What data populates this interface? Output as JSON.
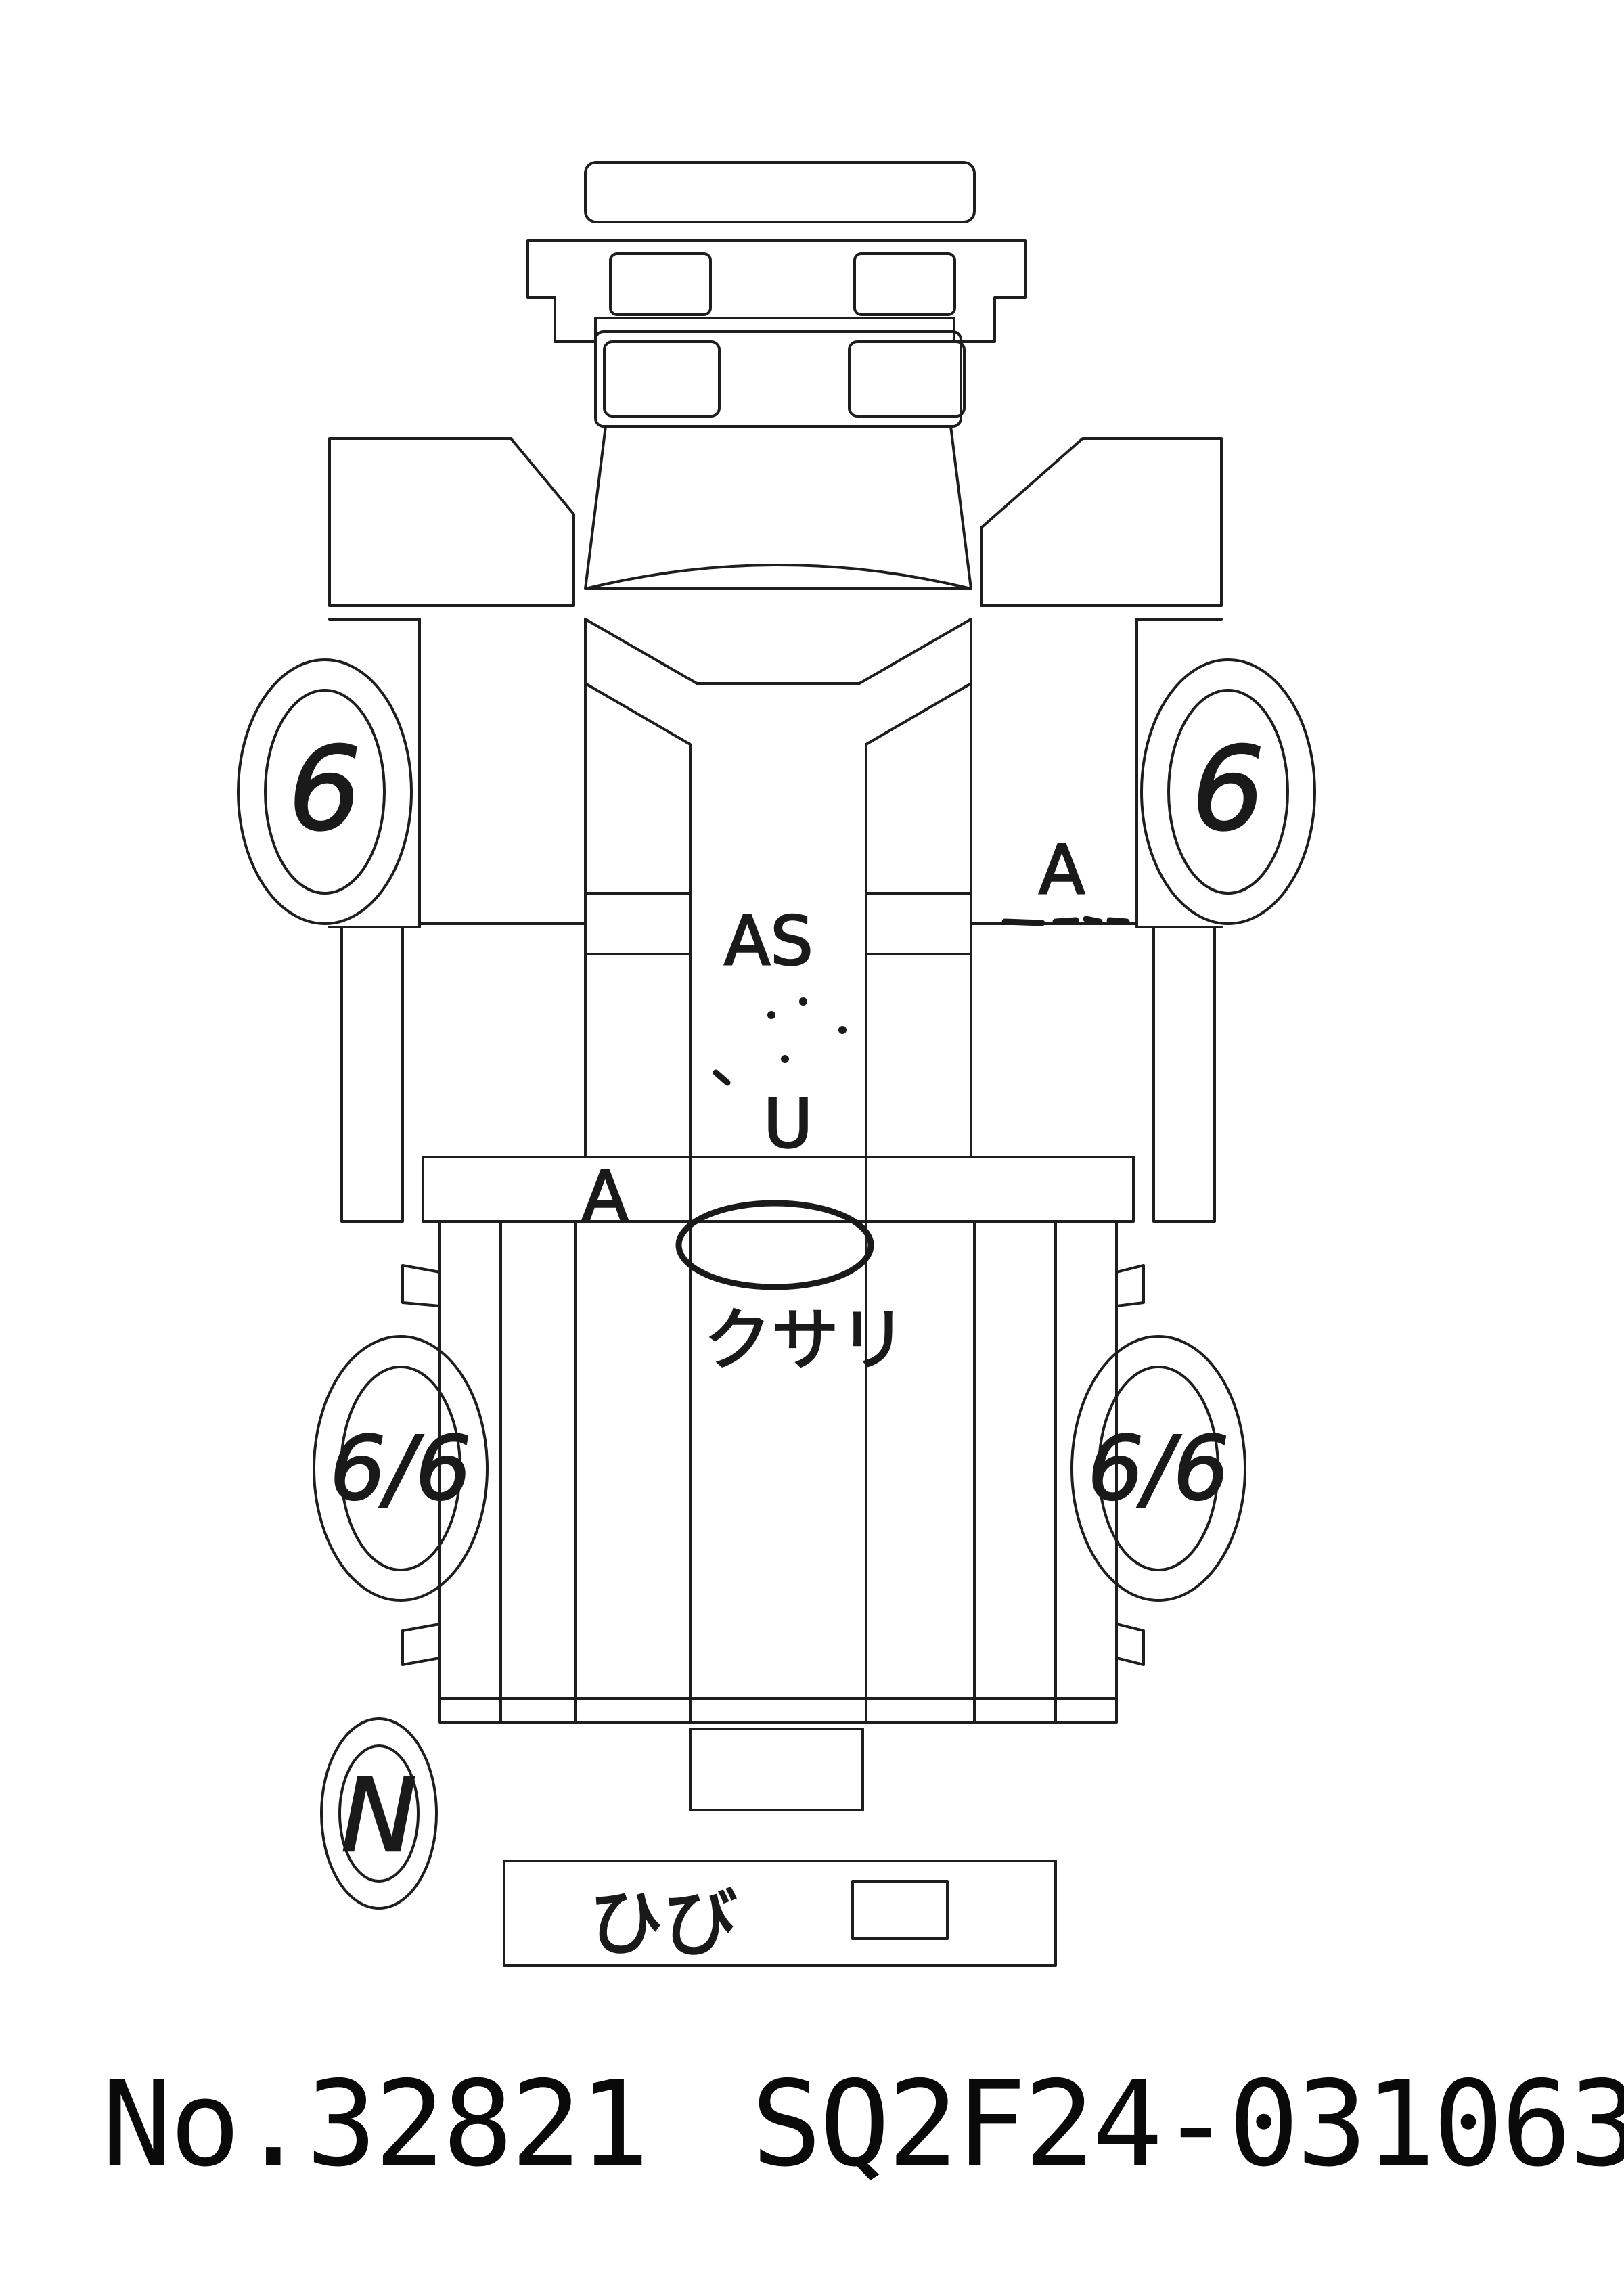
{
  "sheet": {
    "lot_number": "No.32821",
    "serial_number": "SQ2F24-031063"
  },
  "annotations": {
    "tire_front_left": "6",
    "tire_front_right": "6",
    "tire_rear_left": "6/6",
    "tire_rear_right": "6/6",
    "spare_tire": "N",
    "bed_center": "AS",
    "bed_center_mark": "U",
    "right_side_panel": "A",
    "left_frame": "A",
    "rust_note": "クサリ",
    "rear_bumper_note": "ひび"
  },
  "colors": {
    "line": "#1e1e1e",
    "marker": "#1a1a1a",
    "paper": "#ffffff"
  }
}
